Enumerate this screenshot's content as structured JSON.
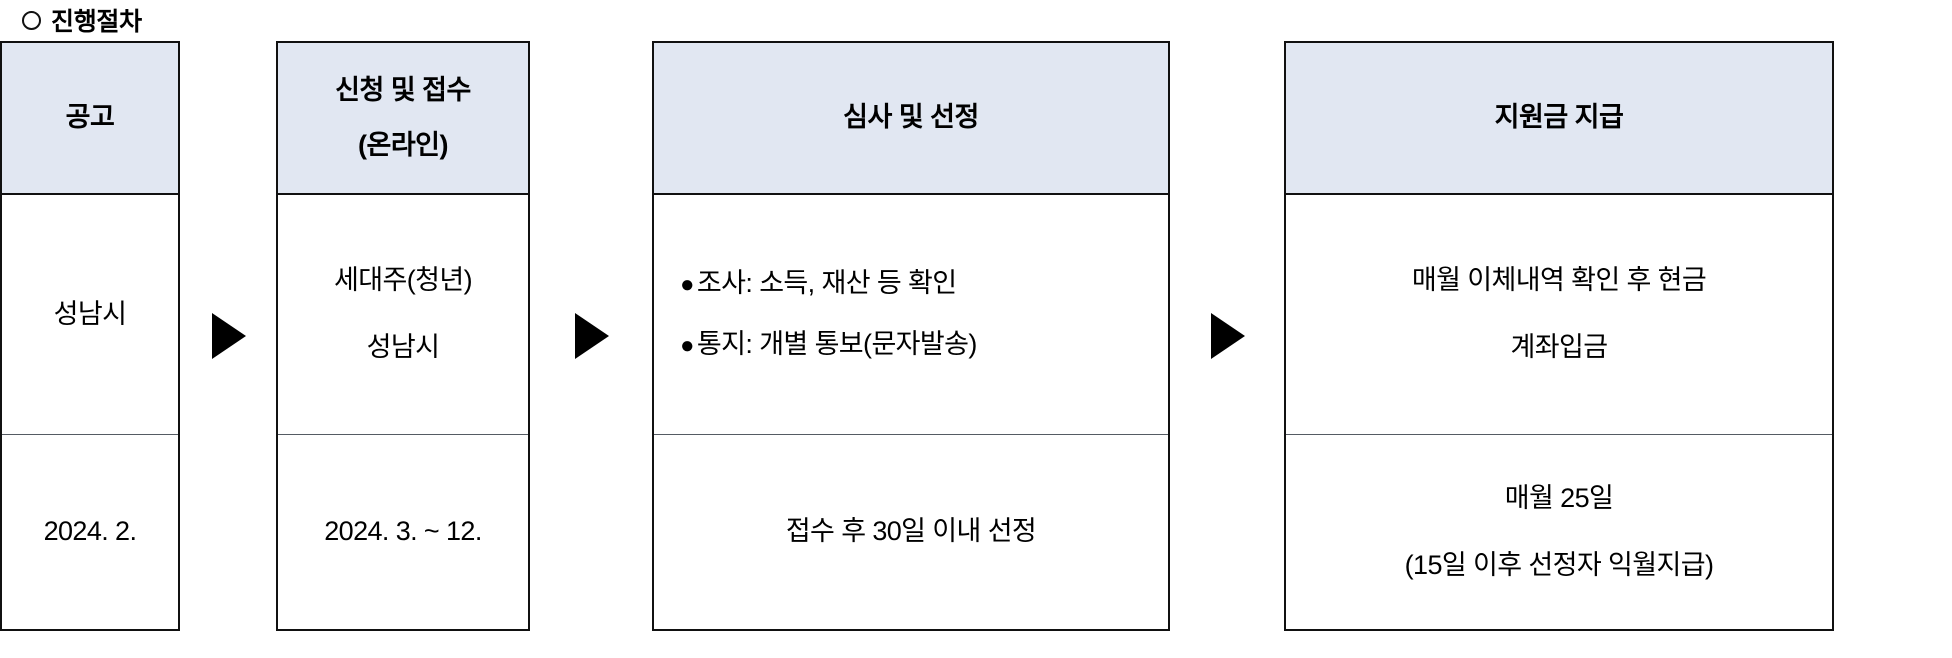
{
  "title": {
    "bullet_icon": "circle-outline-icon",
    "text": "진행절차"
  },
  "colors": {
    "header_fill": "#e1e7f2",
    "border": "#111111",
    "arrow": "#000000",
    "text": "#000000"
  },
  "flow": {
    "arrows": [
      {
        "glyph": "▶",
        "name": "flow-arrow-1"
      },
      {
        "glyph": "▶",
        "name": "flow-arrow-2"
      },
      {
        "glyph": "▶",
        "name": "flow-arrow-3"
      }
    ],
    "steps": [
      {
        "header_line1": "공고",
        "header_line2": "",
        "body_line1": "성남시",
        "body_line2": "",
        "date_line1": "2024. 2.",
        "date_line2": ""
      },
      {
        "header_line1": "신청 및 접수",
        "header_line2": "(온라인)",
        "body_line1": "세대주(청년)",
        "body_line2": "성남시",
        "date_line1": "2024. 3. ~ 12.",
        "date_line2": ""
      },
      {
        "header_line1": "심사 및 선정",
        "header_line2": "",
        "bullet_marker": "●",
        "body_bullet1": "조사: 소득, 재산 등 확인",
        "body_bullet2": "통지: 개별 통보(문자발송)",
        "date_line1": "접수 후 30일 이내 선정",
        "date_line2": ""
      },
      {
        "header_line1": "지원금 지급",
        "header_line2": "",
        "body_line1": "매월 이체내역 확인 후 현금",
        "body_line2": "계좌입금",
        "date_line1": "매월 25일",
        "date_line2": "(15일 이후 선정자 익월지급)"
      }
    ]
  }
}
